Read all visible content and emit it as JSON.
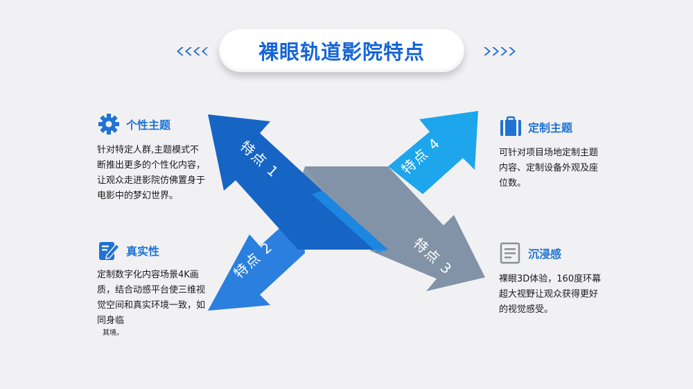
{
  "title": "裸眼轨道影院特点",
  "arrows": [
    {
      "label": "特点 1",
      "color": "#1665c4"
    },
    {
      "label": "特点 2",
      "color": "#2b7fde"
    },
    {
      "label": "特点 3",
      "color": "#8293a8"
    },
    {
      "label": "特点 4",
      "color": "#1ea6ec"
    }
  ],
  "features": {
    "f1": {
      "icon": "gear-icon",
      "title": "个性主题",
      "body": "针对特定人群,主题模式不断推出更多的个性化内容，让观众走进影院仿佛置身于电影中的梦幻世界。"
    },
    "f2": {
      "icon": "edit-icon",
      "title": "真实性",
      "body": "定制数字化内容场景4K画质，结合动感平台使三维视觉空间和真实环境一致，如同身临",
      "note": "其境。"
    },
    "f3": {
      "icon": "briefcase-icon",
      "title": "定制主题",
      "body": "可针对项目场地定制主题内容、定制设备外观及座位数。"
    },
    "f4": {
      "icon": "document-icon",
      "title": "沉浸感",
      "body": "裸眼3D体验，160度环幕超大视野让观众获得更好的视觉感受。"
    }
  },
  "colors": {
    "accent": "#1f73d2",
    "title": "#1565d8"
  }
}
